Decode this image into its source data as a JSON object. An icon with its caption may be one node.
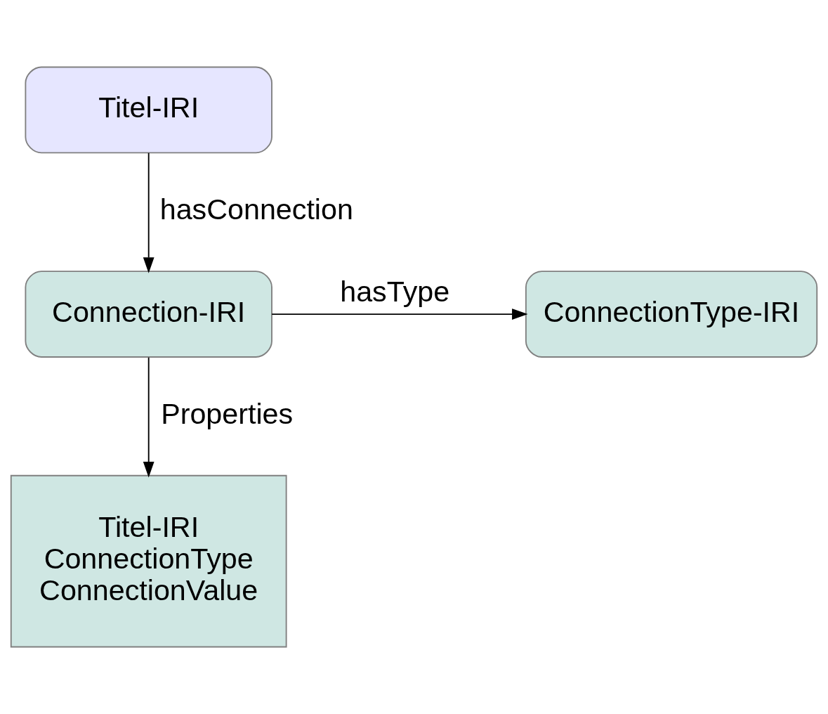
{
  "diagram": {
    "nodes": [
      {
        "text": [
          "Titel-IRI"
        ]
      },
      {
        "text": [
          "Connection-IRI"
        ]
      },
      {
        "text": [
          "ConnectionType-IRI"
        ]
      },
      {
        "text": [
          "Titel-IRI",
          "ConnectionType",
          "ConnectionValue"
        ]
      }
    ],
    "edges": [
      {
        "from": 0,
        "to": 1,
        "arrow": "to",
        "label": "hasConnection"
      },
      {
        "from": 1,
        "to": 2,
        "arrow": "to",
        "label": "hasType"
      },
      {
        "from": 1,
        "to": 3,
        "arrow": "to",
        "label": "Properties"
      }
    ]
  }
}
